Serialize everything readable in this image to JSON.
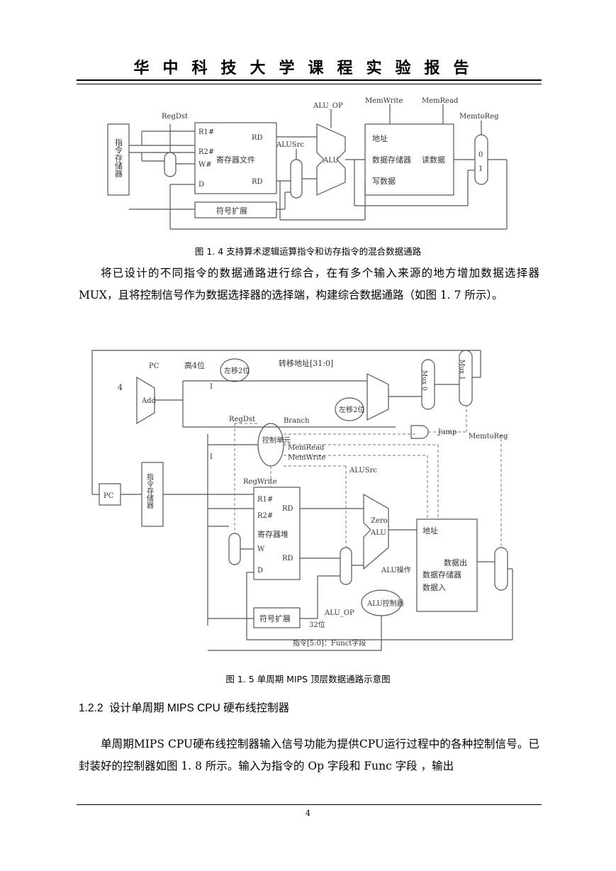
{
  "header": {
    "title": "华中科技大学课程实验报告"
  },
  "figure1": {
    "caption": "图 1. 4 支持算术逻辑运算指令和访存指令的混合数据通路",
    "labels": {
      "imem": "指令存储器",
      "regdst": "RegDst",
      "r1": "R1#",
      "r2": "R2#",
      "w": "W#",
      "din": "D",
      "regfile": "寄存器文件",
      "rd1": "RD",
      "rd2": "RD",
      "alu_op": "ALU_OP",
      "alu": "ALU",
      "alusrc": "ALUSrc",
      "memwrite": "MemWrite",
      "memread": "MemRead",
      "memtoreg": "MemtoReg",
      "addr": "地址",
      "dmem": "数据存储器",
      "readdata": "读数据",
      "writedata": "写数据",
      "signext": "符号扩展",
      "mux0": "0",
      "mux1": "1"
    }
  },
  "paragraph1": "将已设计的不同指令的数据通路进行综合，在有多个输入来源的地方增加数据选择器 MUX，且将控制信号作为数据选择器的选择端，构建综合数据通路（如图 1. 7 所示）。",
  "figure2": {
    "caption": "图 1. 5 单周期 MIPS 顶层数据通路示意图",
    "labels": {
      "pc_hi": "PC",
      "high4": "高4位",
      "shift1": "左移2位",
      "jaddr": "转移地址[31:0]",
      "four": "4",
      "add": "Add",
      "i25": "I",
      "regdst": "RegDst",
      "branch": "Branch",
      "shift2": "左移2位",
      "jump": "Jump",
      "memtoreg": "MemtoReg",
      "ctrl": "控制单元",
      "memread": "MemRead",
      "memwrite": "MemWrite",
      "alusrc": "ALUSrc",
      "i31": "I",
      "regwrite": "RegWrite",
      "pc": "PC",
      "imem": "指令存储器",
      "r1": "R1#",
      "r2": "R2#",
      "rd1": "RD",
      "regheap": "寄存器堆",
      "w": "W",
      "rd2": "RD",
      "din": "D",
      "zero": "Zero",
      "alu": "ALU",
      "addr": "地址",
      "dataout": "数据出",
      "dmem": "数据存储器",
      "datain": "数据入",
      "aluop_small": "ALU操作",
      "aluctrl": "ALU控制器",
      "signext": "符号扩展",
      "alu_op": "ALU_OP",
      "bits32": "32位",
      "funct": "指令[5:0]：Funct字段",
      "mux0": "Mux 0",
      "mux1": "Mux 1"
    }
  },
  "section": {
    "number": "1.2.2",
    "title": "设计单周期 MIPS CPU 硬布线控制器"
  },
  "paragraph2": "单周期MIPS CPU硬布线控制器输入信号功能为提供CPU运行过程中的各种控制信号。已封装好的控制器如图 1. 8 所示。输入为指令的 Op 字段和 Func 字段 ，输出",
  "footer": {
    "page_number": "4"
  }
}
